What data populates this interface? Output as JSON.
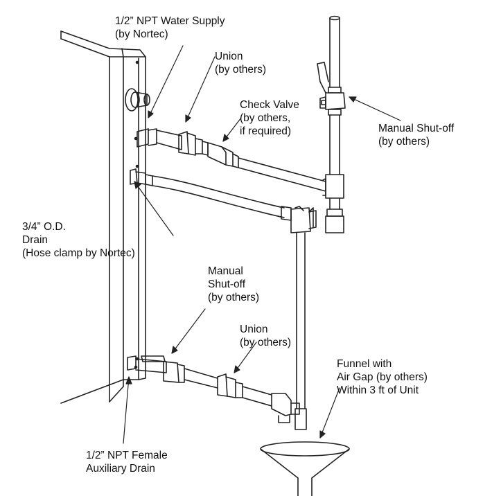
{
  "labels": {
    "water_supply": [
      "1/2” NPT Water Supply",
      "(by Nortec)"
    ],
    "union_top": [
      "Union",
      "(by others)"
    ],
    "check_valve": [
      "Check Valve",
      "(by others,",
      "if required)"
    ],
    "manual_shutoff_top": [
      "Manual Shut-off",
      "(by others)"
    ],
    "drain": [
      "3/4”  O.D.",
      "Drain",
      "(Hose clamp by Nortec)"
    ],
    "manual_shutoff_bottom": [
      "Manual",
      "Shut-off",
      "(by others)"
    ],
    "union_bottom": [
      "Union",
      "(by others)"
    ],
    "funnel": [
      "Funnel with",
      "Air Gap (by others)",
      "Within 3 ft of Unit"
    ],
    "aux_drain": [
      "1/2” NPT Female",
      "Auxiliary Drain"
    ]
  }
}
